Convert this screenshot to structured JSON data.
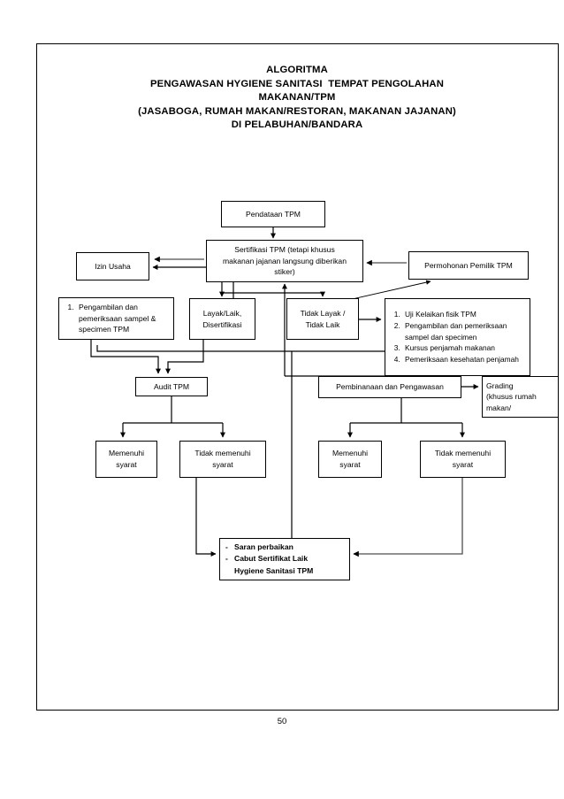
{
  "document": {
    "page_number": "50",
    "title_lines": [
      "ALGORITMA",
      "PENGAWASAN HYGIENE SANITASI  TEMPAT PENGOLAHAN",
      "MAKANAN/TPM",
      "(JASABOGA, RUMAH MAKAN/RESTORAN, MAKANAN JAJANAN)",
      "DI PELABUHAN/BANDARA"
    ]
  },
  "colors": {
    "ink": "#000000",
    "paper": "#ffffff",
    "wire_dark": "#000000",
    "wire_gray": "#808080"
  },
  "chart_data": {
    "type": "diagram",
    "diagram_kind": "flowchart",
    "title": "ALGORITMA PENGAWASAN HYGIENE SANITASI TEMPAT PENGOLAHAN MAKANAN/TPM (JASABOGA, RUMAH MAKAN/RESTORAN, MAKANAN JAJANAN) DI PELABUHAN/BANDARA",
    "nodes": [
      {
        "id": "pendataan",
        "label": "Pendataan TPM"
      },
      {
        "id": "sertifikasi",
        "label": "Sertifikasi TPM (tetapi khusus makanan jajanan langsung diberikan stiker)"
      },
      {
        "id": "izin",
        "label": "Izin Usaha"
      },
      {
        "id": "permohonan",
        "label": "Permohonan Pemilik TPM"
      },
      {
        "id": "pengambilan",
        "label": "1. Pengambilan dan pemeriksaan sampel & specimen TPM"
      },
      {
        "id": "layak",
        "label": "Layak/Laik, Disertifikasi"
      },
      {
        "id": "tidaklayak",
        "label": "Tidak Layak / Tidak Laik"
      },
      {
        "id": "uji",
        "label": "1. Uji Kelaikan fisik TPM 2. Pengambilan dan pemeriksaan sampel dan specimen 3. Kursus penjamah makanan 4. Pemeriksaan kesehatan penjamah"
      },
      {
        "id": "audit",
        "label": "Audit TPM"
      },
      {
        "id": "pembinaan",
        "label": "Pembinanaan dan Pengawasan"
      },
      {
        "id": "grading",
        "label": "Grading (khusus rumah makan/"
      },
      {
        "id": "mem1",
        "label": "Memenuhi syarat"
      },
      {
        "id": "tmem1",
        "label": "Tidak memenuhi syarat"
      },
      {
        "id": "mem2",
        "label": "Memenuhi syarat"
      },
      {
        "id": "tmem2",
        "label": "Tidak memenuhi syarat"
      },
      {
        "id": "saran",
        "label": "- Saran perbaikan - Cabut Sertifikat Laik Hygiene Sanitasi TPM"
      }
    ],
    "edges": [
      {
        "from": "pendataan",
        "to": "sertifikasi"
      },
      {
        "from": "sertifikasi",
        "to": "izin"
      },
      {
        "from": "permohonan",
        "to": "sertifikasi"
      },
      {
        "from": "sertifikasi",
        "to": "layak"
      },
      {
        "from": "sertifikasi",
        "to": "tidaklayak"
      },
      {
        "from": "tidaklayak",
        "to": "uji"
      },
      {
        "from": "tidaklayak",
        "to": "permohonan"
      },
      {
        "from": "uji",
        "to": "sertifikasi"
      },
      {
        "from": "layak",
        "to": "izin"
      },
      {
        "from": "pengambilan",
        "to": "audit"
      },
      {
        "from": "layak",
        "to": "audit"
      },
      {
        "from": "audit",
        "to": "mem1"
      },
      {
        "from": "audit",
        "to": "tmem1"
      },
      {
        "from": "uji",
        "to": "pembinaan"
      },
      {
        "from": "pembinaan",
        "to": "grading"
      },
      {
        "from": "pembinaan",
        "to": "mem2"
      },
      {
        "from": "pembinaan",
        "to": "tmem2"
      },
      {
        "from": "tmem1",
        "to": "saran"
      },
      {
        "from": "tmem2",
        "to": "saran"
      }
    ]
  },
  "nodes": {
    "pendataan": {
      "label": "Pendataan TPM"
    },
    "sertifikasi": {
      "line1": "Sertifikasi TPM (tetapi khusus",
      "line2": "makanan jajanan langsung diberikan",
      "line3": "stiker)"
    },
    "izin": {
      "label": "Izin Usaha"
    },
    "permohonan": {
      "label": "Permohonan Pemilik TPM"
    },
    "pengambilan": {
      "item1": "Pengambilan dan pemeriksaan sampel & specimen TPM"
    },
    "layak": {
      "line1": "Layak/Laik,",
      "line2": "Disertifikasi"
    },
    "tidaklayak": {
      "line1": "Tidak Layak /",
      "line2": "Tidak Laik"
    },
    "uji": {
      "items": [
        "Uji Kelaikan fisik TPM",
        "Pengambilan dan pemeriksaan sampel dan specimen",
        "Kursus penjamah makanan",
        "Pemeriksaan kesehatan penjamah"
      ]
    },
    "audit": {
      "label": "Audit TPM"
    },
    "pembinaan": {
      "label": "Pembinanaan dan Pengawasan"
    },
    "grading": {
      "line1": "Grading",
      "line2": "(khusus rumah",
      "line3": "makan/"
    },
    "memenuhi1": {
      "line1": "Memenuhi",
      "line2": "syarat"
    },
    "tidakmemenuhi1": {
      "line1": "Tidak memenuhi",
      "line2": "syarat"
    },
    "memenuhi2": {
      "line1": "Memenuhi",
      "line2": "syarat"
    },
    "tidakmemenuhi2": {
      "line1": "Tidak memenuhi",
      "line2": "syarat"
    },
    "saran": {
      "line1": "Saran perbaikan",
      "line2": "Cabut Sertifikat Laik",
      "line3": "Hygiene Sanitasi TPM"
    }
  }
}
